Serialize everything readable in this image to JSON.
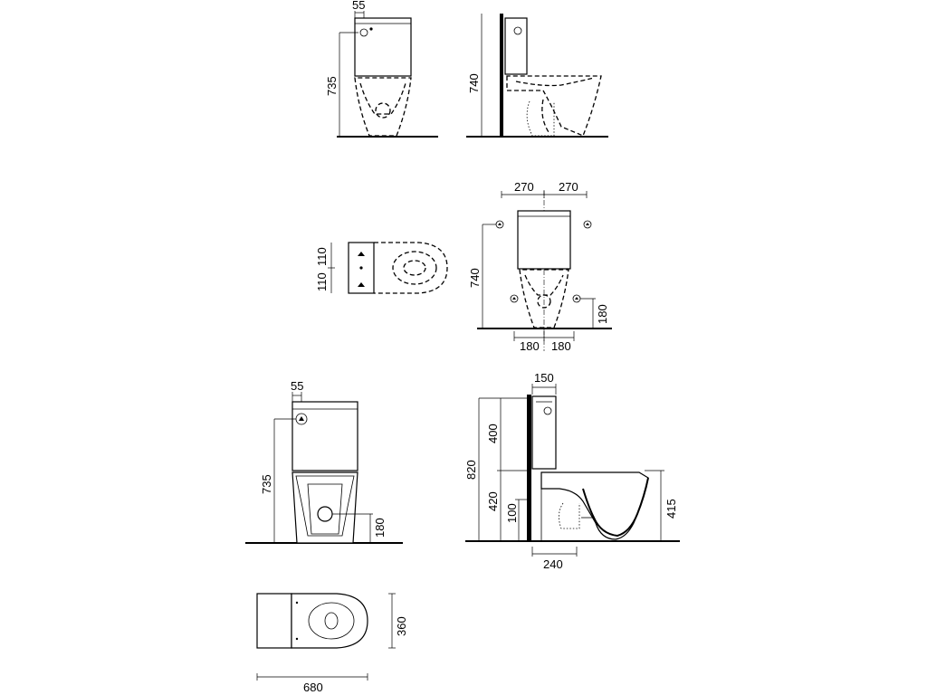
{
  "views": {
    "top_front": {
      "width_label": "55",
      "height_label": "735"
    },
    "top_side": {
      "height_label": "740"
    },
    "plan_small": {
      "label_a": "110",
      "label_b": "110"
    },
    "mid_front": {
      "half_width_left": "270",
      "half_width_right": "270",
      "height_label": "740",
      "inlet_height": "180",
      "base_left": "180",
      "base_right": "180"
    },
    "bottom_front": {
      "width_label": "55",
      "height_label": "735",
      "outlet_height": "180"
    },
    "bottom_side": {
      "depth_label": "150",
      "tank_height": "400",
      "overall_height": "820",
      "seat_height": "420",
      "outlet_label": "100",
      "rim_height": "415",
      "base_depth": "240"
    },
    "plan_large": {
      "width_label": "360",
      "length_label": "680"
    }
  }
}
